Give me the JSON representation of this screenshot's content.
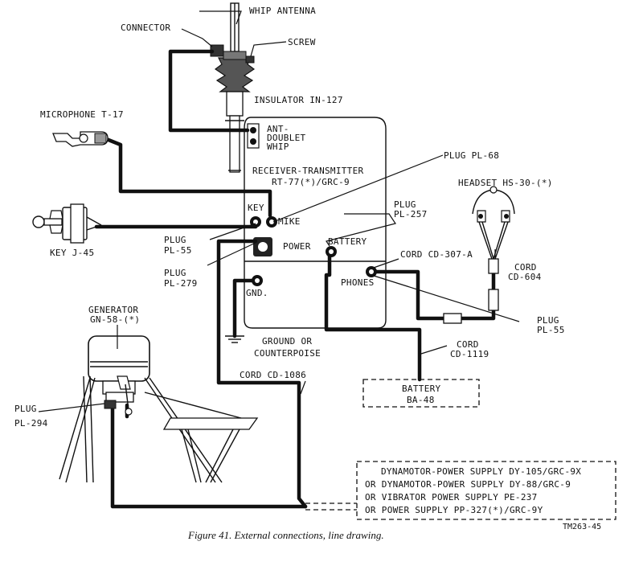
{
  "labels": {
    "whip_antenna": "WHIP ANTENNA",
    "connector": "CONNECTOR",
    "screw": "SCREW",
    "insulator": "INSULATOR IN-127",
    "microphone": "MICROPHONE T-17",
    "ant": "ANT-",
    "doublet": "DOUBLET",
    "whip": "WHIP",
    "plug_pl68": "PLUG PL-68",
    "rt_line1": "RECEIVER-TRANSMITTER",
    "rt_line2": "RT-77(*)/GRC-9",
    "headset": "HEADSET HS-30-(*)",
    "key_panel": "KEY",
    "mike_panel": "MIKE",
    "plug_pl257_a": "PLUG",
    "plug_pl257_b": "PL-257",
    "plug_pl55_left_a": "PLUG",
    "plug_pl55_left_b": "PL-55",
    "key_j45": "KEY J-45",
    "power_panel": "POWER",
    "battery_panel": "BATTERY",
    "cord_cd307": "CORD CD-307-A",
    "cord_cd604_a": "CORD",
    "cord_cd604_b": "CD-604",
    "plug_pl279_a": "PLUG",
    "plug_pl279_b": "PL-279",
    "phones_panel": "PHONES",
    "gnd_panel": "GND.",
    "generator_a": "GENERATOR",
    "generator_b": "GN-58-(*)",
    "plug_pl55_right_a": "PLUG",
    "plug_pl55_right_b": "PL-55",
    "ground_a": "GROUND OR",
    "ground_b": "COUNTERPOISE",
    "cord_cd1119_a": "CORD",
    "cord_cd1119_b": "CD-1119",
    "cord_cd1086": "CORD CD-1086",
    "battery_box_a": "BATTERY",
    "battery_box_b": "BA-48",
    "plug_pl294_a": "PLUG",
    "plug_pl294_b": "PL-294",
    "supply_1": "DYNAMOTOR-POWER SUPPLY DY-105/GRC-9X",
    "supply_2": "OR DYNAMOTOR-POWER SUPPLY DY-88/GRC-9",
    "supply_3": "OR VIBRATOR POWER SUPPLY PE-237",
    "supply_4": "OR POWER SUPPLY PP-327(*)/GRC-9Y",
    "caption": "Figure 41. External connections, line drawing.",
    "ref_code": "TM263-45"
  }
}
